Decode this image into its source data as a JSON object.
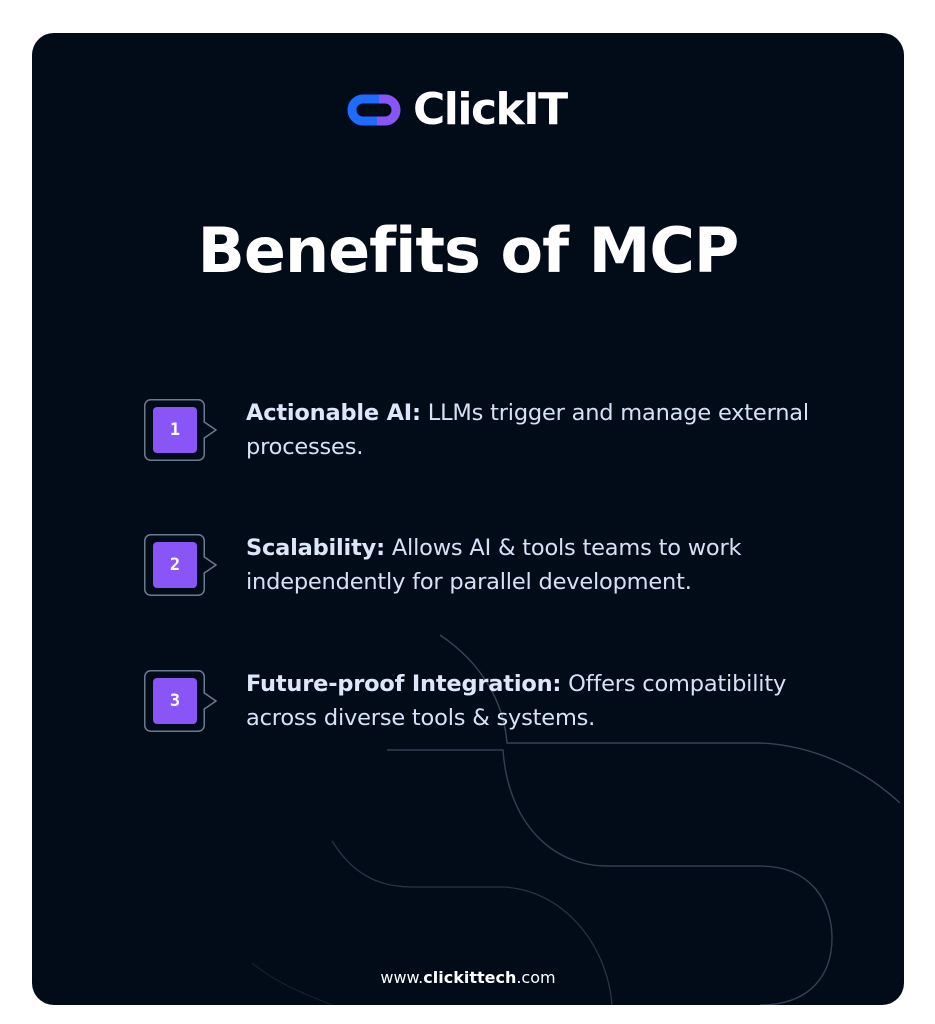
{
  "brand": {
    "name": "ClickIT",
    "logo_icon": "interlocking-links-icon",
    "colors": {
      "logo_blue": "#1f6bff",
      "logo_purple": "#8a55f7",
      "background": "#020b18",
      "badge": "#8a55f7",
      "text": "#d4e2f7"
    }
  },
  "title": "Benefits of MCP",
  "benefits": [
    {
      "number": "1",
      "heading": "Actionable AI:",
      "body": " LLMs trigger and manage external processes."
    },
    {
      "number": "2",
      "heading": "Scalability:",
      "body": " Allows AI & tools teams to work independently for parallel development."
    },
    {
      "number": "3",
      "heading": "Future-proof Integration:",
      "body": " Offers compatibility across diverse tools & systems."
    }
  ],
  "footer": {
    "prefix": "www.",
    "domain": "clickittech",
    "suffix": ".com"
  }
}
